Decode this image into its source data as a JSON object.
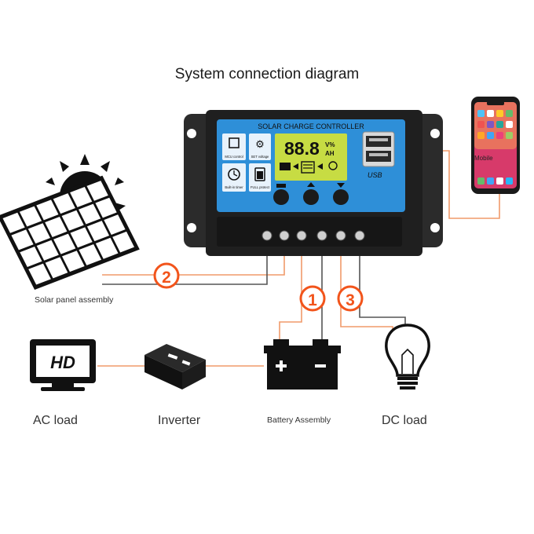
{
  "title": "System connection diagram",
  "controller": {
    "header": "SOLAR CHARGE CONTROLLER",
    "lcd_digits": "88.8",
    "lcd_units_top": "V%",
    "lcd_units_bottom": "AH",
    "btn_mcu": "MCU control",
    "btn_set": "SET voltage",
    "btn_timer": "Built-in timer",
    "btn_full": "FULL protect",
    "usb_label": "USB"
  },
  "phone_label": "Mobile",
  "markers": [
    "1",
    "2",
    "3"
  ],
  "labels": {
    "solar": "Solar panel assembly",
    "ac_load": "AC load",
    "inverter": "Inverter",
    "battery": "Battery Assembly",
    "dc_load": "DC load"
  },
  "tv_text": "HD",
  "colors": {
    "wire": "#f09a6a",
    "marker": "#f2541b",
    "controller_blue": "#2e8fd8",
    "lcd": "#c7dc43"
  }
}
